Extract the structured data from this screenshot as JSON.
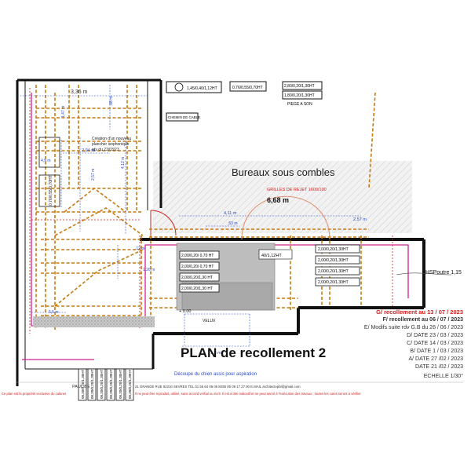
{
  "plan": {
    "title": "PLAN de recollement 2",
    "room_label": "Bureaux sous combles",
    "dim_width_top": "3,36 m",
    "dim_main": "6,68 m",
    "dim_411": "4,11 m",
    "dim_257": "2,57 m",
    "dim_257b": "2,57 m",
    "dim_294": "2,94 m",
    "dim_412": "4,12 m",
    "dim_49": "4,9 m",
    "dim_53": ".53 m",
    "dim_13": "1,3 m",
    "dim_88": ".88 m",
    "dim_147": "1,47 m",
    "dim_126": "1,26 m",
    "dim_12": ".12 m",
    "dim_55": "5,5 m",
    "grille_label": "GRILLES DE REJET 1600/100",
    "hspoutre": "HSPoutre 1,15",
    "elevation": "+ 0.00",
    "velux": "VELUX",
    "decoupe": "Découpe du chien assis pour aspiration",
    "plancher_note": [
      "Création d'un nouveau",
      "plancher isophonique",
      "rdv du 22/03/23"
    ],
    "chemin_cable": "CHEMIN DE CABLE",
    "piege_son": "PIEGE A SON",
    "legend": {
      "circle_duct": "1,45/0,40/1,12HT",
      "rect_duct": "0,76/0,55/0,70HT",
      "trap_a": "2,80/0,20/1,30HT",
      "trap_b": "1,80/0,20/1,30HT"
    },
    "vertical_unit": "0,76/0,55/0,70HT",
    "unit_40": "40/1,12HT",
    "left_stack": [
      "2,00/0,20/ 0,70 HT",
      "2,00/0,20/ 0,70 HT",
      "2,00/0,20/1,30 HT",
      "2,00/0,20/1,30 HT"
    ],
    "right_stack": [
      "2,00/0,20/1,30HT",
      "2,00/0,20/1,30HT",
      "2,00/0,20/1,30HT",
      "2,00/0,20/1,30HT"
    ],
    "bottom_units": [
      "00,20/0,20/1,30HT",
      "00,20/0,20/1,30HT",
      "00,20/0,20/1,30HT",
      "00,20/0,20/1,30HT",
      "00,20/0,20/1,30HT",
      "00,20/0,20/1,30HT"
    ]
  },
  "revisions": {
    "g": "G/ recollement au   13 / 07 / 2023",
    "f": "F/ recollement au  06 / 07 / 2023",
    "e": "E/ Modifs suite rdv G.B du 26 / 06 / 2023",
    "d": "D/ DATE  23 / 03 / 2023",
    "c": "C/ DATE  14 / 03 / 2023",
    "b": "B/ DATE  1 / 03 / 2023",
    "a": "A/ DATE  27 /02 / 2023",
    "date": "DATE  21 /02 / 2023",
    "echelle": "ECHELLE 1/30°"
  },
  "footer": {
    "architect": "PAUL BE",
    "address": "21 GRANDE RUE 92310 SEVRES   TEL 01 55 64 06 06   MOB 06 09 17 27 00   E.MAIL architectepbl@gmail.com",
    "copyright_left": "Ce plan est la propriété exclusive du cabinet",
    "copyright_right": "Il ne peut être reproduit, utilisé, sans accord verbal ou écrit. Il est à titre indicatif et ne peut servir à l'exécution des travaux ; toutes les cotes seront à vérifier"
  },
  "colors": {
    "wall": "#111111",
    "duct": "#c77a12",
    "magenta": "#d0209a",
    "red": "#d22020",
    "blue": "#2848c8",
    "grey_fill": "#b4b4b4",
    "hatch": "#e6e6e6"
  }
}
